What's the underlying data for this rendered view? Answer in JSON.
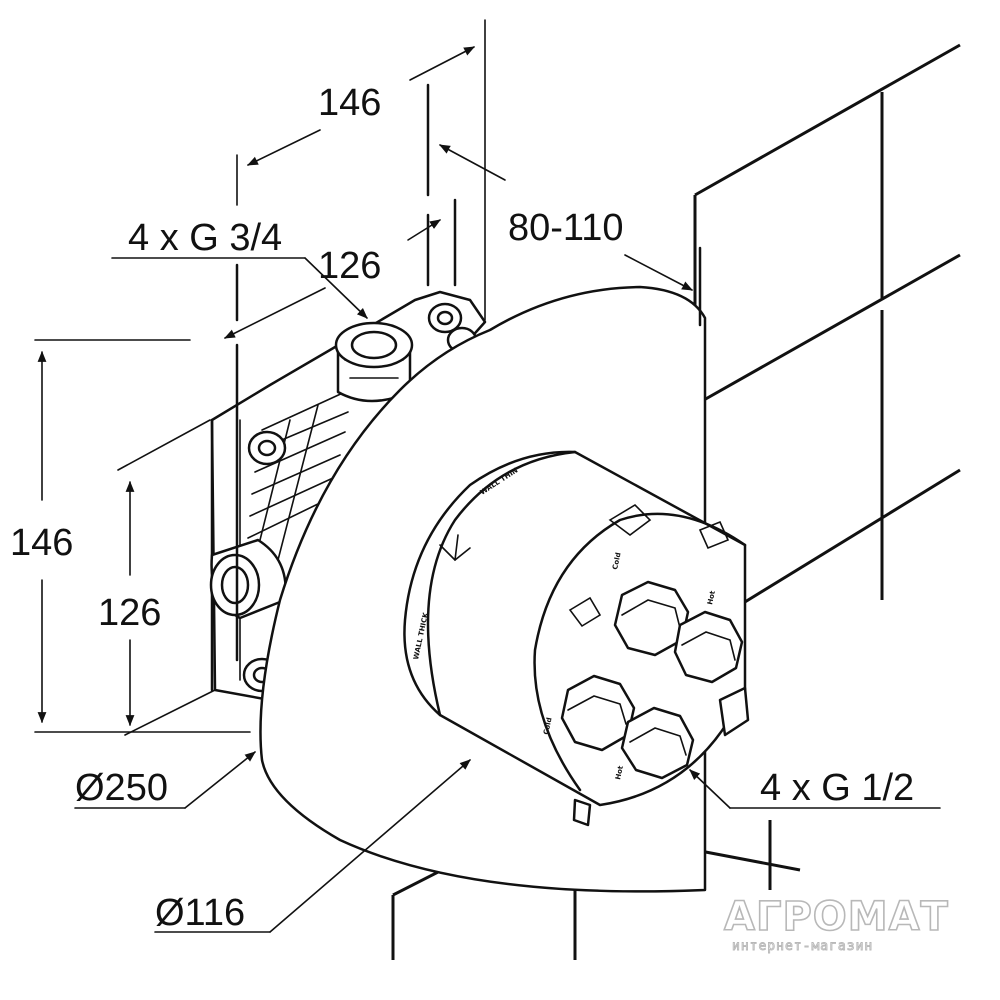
{
  "diagram": {
    "dimensions": {
      "d_146_top": "146",
      "d_80_110": "80-110",
      "d_4g34": "4 x G 3/4",
      "d_126_top": "126",
      "d_146_left": "146",
      "d_126_left": "126",
      "d_250": "Ø250",
      "d_116": "Ø116",
      "d_4g12": "4 x G 1/2"
    },
    "body_marks": {
      "wall_thin": "WALL THIN",
      "wall_thick": "WALL THICK",
      "cold_top": "Cold",
      "hot_right": "Hot",
      "cold_left": "Cold",
      "hot_bottom": "Hot"
    },
    "watermark": {
      "brand": "АГРОМАТ",
      "subtitle": "интернет-магазин"
    },
    "colors": {
      "line": "#111111",
      "background": "#ffffff",
      "watermark_outline": "#b8b8b8"
    }
  }
}
